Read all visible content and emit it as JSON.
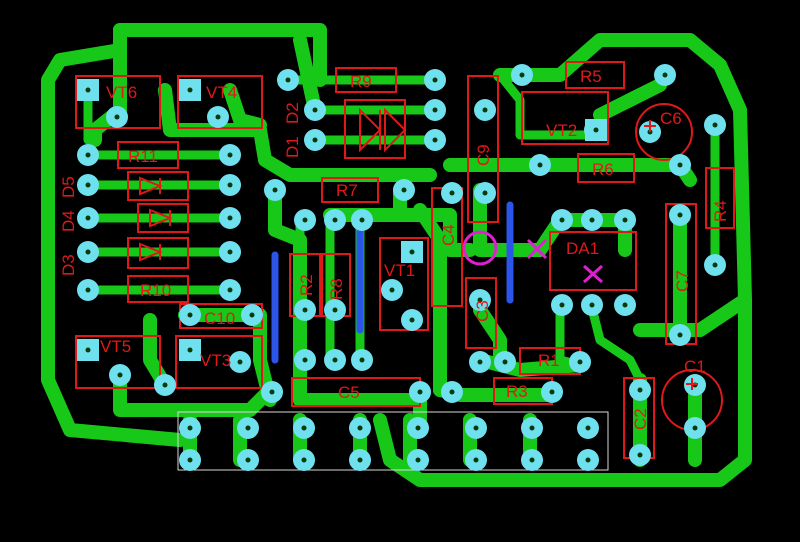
{
  "labels": {
    "vt6": "VT6",
    "vt4": "VT4",
    "r9": "R9",
    "r5": "R5",
    "d1": "D1",
    "d2": "D2",
    "vt2": "VT2",
    "c6": "C6",
    "r11": "R11",
    "d5": "D5",
    "d4": "D4",
    "d3": "D3",
    "r7": "R7",
    "c9": "C9",
    "r6": "R6",
    "r4": "R4",
    "c4": "C4",
    "da1": "DA1",
    "r2": "R2",
    "r8": "R8",
    "vt1": "VT1",
    "c3": "C3",
    "c7": "C7",
    "r10": "R10",
    "c10": "C10",
    "vt5": "VT5",
    "vt3": "VT3",
    "r1": "R1",
    "c1": "C1",
    "c5": "C5",
    "r3": "R3",
    "c2": "C2"
  },
  "colors": {
    "background": "#000000",
    "copper": "#18c818",
    "pad": "#6ee0ee",
    "silkscreen": "#e01818",
    "jumper": "#2b55e8",
    "marker": "#e020d0"
  }
}
